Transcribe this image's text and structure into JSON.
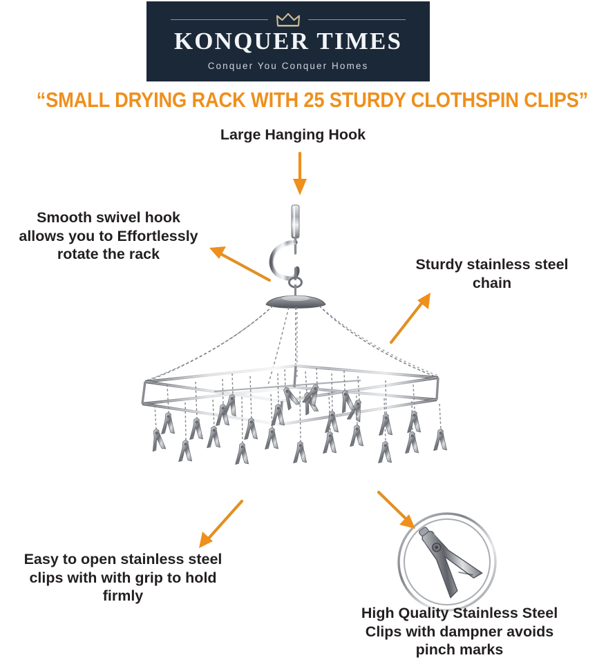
{
  "brand": {
    "name": "KONQUER TIMES",
    "tagline": "Conquer You Conquer Homes",
    "crown_icon": "crown-icon",
    "banner_color": "#1b2838",
    "text_color": "#f2f4f7",
    "crown_color": "#cdbb93"
  },
  "headline": {
    "text": "“SMALL DRYING RACK WITH 25 STURDY CLOTHSPIN CLIPS”",
    "color": "#ef8f1c"
  },
  "callouts": [
    {
      "id": "large-hanging-hook",
      "text": "Large Hanging Hook",
      "arrow": "arrow-down",
      "arrow_color": "#ef8f1c"
    },
    {
      "id": "smooth-swivel-hook",
      "text": "Smooth swivel hook\nallows you to  Effortlessly\nrotate the rack",
      "arrow": "arrow-up-right",
      "arrow_color": "#e29023"
    },
    {
      "id": "sturdy-stainless-steel-chain",
      "text": "Sturdy stainless steel\nchain",
      "arrow": "arrow-up-right",
      "arrow_color": "#e29023"
    },
    {
      "id": "easy-to-open-clips",
      "text": "Easy to open stainless steel\nclips with with grip to hold\nfirmly",
      "arrow": "arrow-down-left",
      "arrow_color": "#e29023"
    },
    {
      "id": "high-quality-clips",
      "text": "High Quality Stainless Steel\nClips with dampner avoids\npinch marks",
      "arrow": "arrow-down-right",
      "arrow_color": "#ef8f1c"
    }
  ],
  "product": {
    "name": "stainless-steel-hanging-drying-rack",
    "clip_count": 25,
    "metal_color": "#8d9095"
  },
  "inset": {
    "name": "clothespin-clip-closeup",
    "ring_color": "#9b9b9b"
  }
}
